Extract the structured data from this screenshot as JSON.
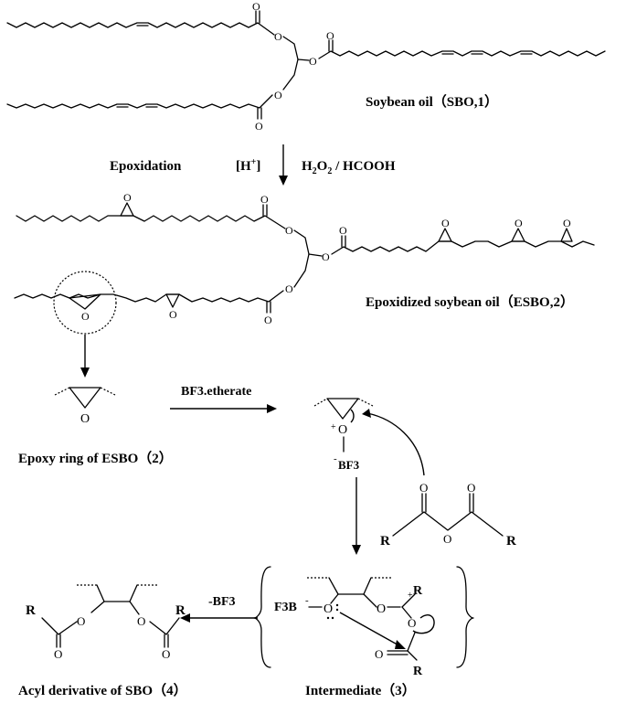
{
  "labels": {
    "sbo": "Soybean oil（SBO,1）",
    "epoxidation": "Epoxidation",
    "h_plus_base": "[H",
    "h_plus_sup": "+",
    "h_plus_close": "]",
    "reagent_h": "H",
    "reagent_sub": "2",
    "reagent_o": "O",
    "reagent_sub2": "2",
    "reagent_tail": " / HCOOH",
    "esbo": "Epoxidized soybean oil（ESBO,2）",
    "epoxy_ring": "Epoxy ring of ESBO（2）",
    "bf3_etherate": "BF3.etherate",
    "bf3": "BF3",
    "minus_bf3": "-BF3",
    "f3b": "F3B",
    "acyl": "Acyl derivative of SBO（4）",
    "intermediate": "Intermediate（3）"
  },
  "atoms": {
    "O": "O",
    "R": "R",
    "plus": "+",
    "minus": "-"
  }
}
